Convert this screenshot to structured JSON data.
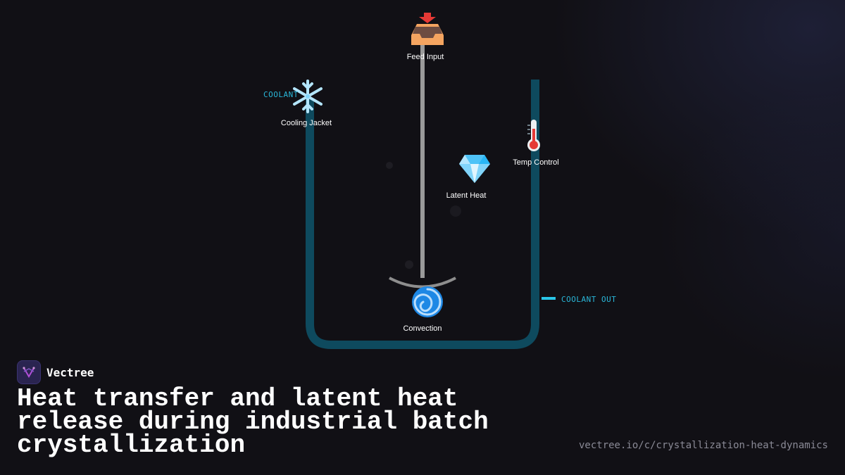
{
  "diagram": {
    "feed_input": {
      "label": "Feed Input",
      "icon": "inbox-tray-icon"
    },
    "cooling_jacket": {
      "label": "Cooling Jacket",
      "icon": "snowflake-icon"
    },
    "temp_control": {
      "label": "Temp Control",
      "icon": "thermometer-icon"
    },
    "latent_heat": {
      "label": "Latent Heat",
      "icon": "gem-icon"
    },
    "convection": {
      "label": "Convection",
      "icon": "cyclone-icon"
    },
    "coolant_in_tag": "COOLANT",
    "coolant_out_tag": "COOLANT OUT",
    "colors": {
      "jacket": "#0e4a5e",
      "coolant": "#29c6e8",
      "shaft": "#9a9a9a",
      "background": "#111015"
    }
  },
  "brand": {
    "name": "Vectree",
    "logo": "vectree-logo-icon"
  },
  "title": "Heat transfer and latent heat release during industrial batch crystallization",
  "url": "vectree.io/c/crystallization-heat-dynamics"
}
